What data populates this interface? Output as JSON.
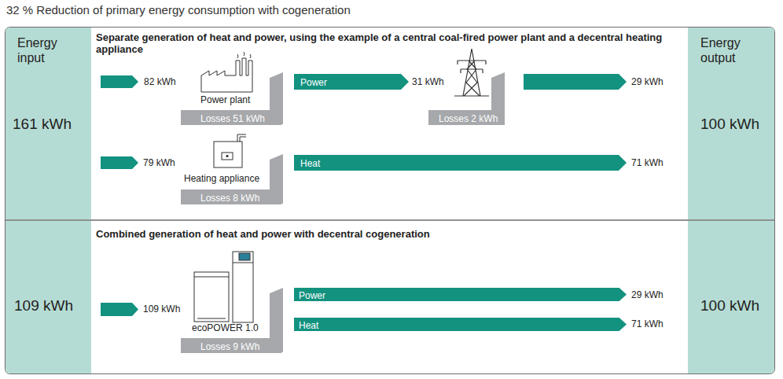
{
  "diagram": {
    "title": "32 % Reduction of primary energy consumption with cogeneration",
    "nodes": [
      {
        "text": [
          "Energy input",
          "161 kWh"
        ]
      },
      {
        "text": [
          "Losses 51 kWh"
        ]
      },
      {
        "text": [
          "Power"
        ]
      },
      {
        "text": [
          "Losses 2 kWh"
        ]
      },
      {
        "text": [
          "Losses 8 kWh"
        ]
      },
      {
        "text": [
          "Heat"
        ]
      },
      {
        "text": [
          "Energy output",
          "100 kWh"
        ]
      },
      {
        "text": [
          "109 kWh"
        ]
      },
      {
        "text": [
          "Losses 9 kWh"
        ]
      },
      {
        "text": [
          "Power"
        ]
      },
      {
        "text": [
          "Heat"
        ]
      },
      {
        "text": [
          "100 kWh"
        ]
      }
    ],
    "labels": [
      "Separate generation of heat and power, using the example of a central coal-fired power plant and a decentral heating appliance",
      "82 kWh",
      "Power plant",
      "31 kWh",
      "29 kWh",
      "79 kWh",
      "Heating appliance",
      "71 kWh",
      "Combined generation of heat and power with decentral cogeneration",
      "109 kWh",
      "ecoPOWER 1.0",
      "29 kWh",
      "71 kWh"
    ]
  }
}
